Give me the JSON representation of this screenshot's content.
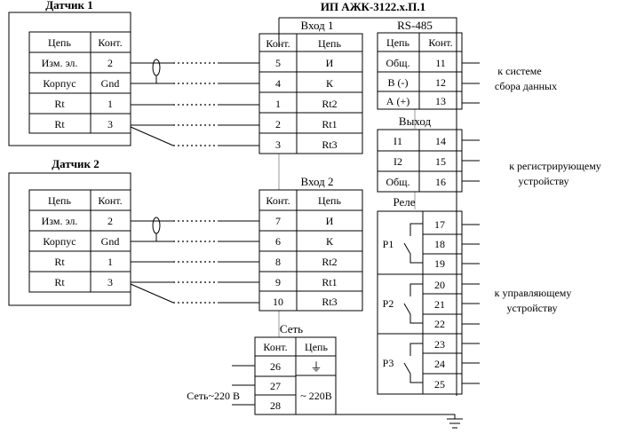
{
  "device": {
    "title": "ИП АЖК-3122.х.П.1"
  },
  "sensor1": {
    "title": "Датчик 1",
    "headers": [
      "Цепь",
      "Конт."
    ],
    "rows": [
      [
        "Изм. эл.",
        "2"
      ],
      [
        "Корпус",
        "Gnd"
      ],
      [
        "Rt",
        "1"
      ],
      [
        "Rt",
        "3"
      ]
    ]
  },
  "sensor2": {
    "title": "Датчик 2",
    "headers": [
      "Цепь",
      "Конт."
    ],
    "rows": [
      [
        "Изм. эл.",
        "2"
      ],
      [
        "Корпус",
        "Gnd"
      ],
      [
        "Rt",
        "1"
      ],
      [
        "Rt",
        "3"
      ]
    ]
  },
  "input1": {
    "title": "Вход 1",
    "headers": [
      "Конт.",
      "Цепь"
    ],
    "rows": [
      [
        "5",
        "И"
      ],
      [
        "4",
        "К"
      ],
      [
        "1",
        "Rt2"
      ],
      [
        "2",
        "Rt1"
      ],
      [
        "3",
        "Rt3"
      ]
    ]
  },
  "input2": {
    "title": "Вход 2",
    "headers": [
      "Конт.",
      "Цепь"
    ],
    "rows": [
      [
        "7",
        "И"
      ],
      [
        "6",
        "К"
      ],
      [
        "8",
        "Rt2"
      ],
      [
        "9",
        "Rt1"
      ],
      [
        "10",
        "Rt3"
      ]
    ]
  },
  "rs485": {
    "title": "RS-485",
    "headers": [
      "Цепь",
      "Конт."
    ],
    "rows": [
      [
        "Общ.",
        "11"
      ],
      [
        "В (-)",
        "12"
      ],
      [
        "А (+)",
        "13"
      ]
    ],
    "note_line1": "к системе",
    "note_line2": "сбора данных"
  },
  "output": {
    "title": "Выход",
    "rows": [
      [
        "I1",
        "14"
      ],
      [
        "I2",
        "15"
      ],
      [
        "Общ.",
        "16"
      ]
    ],
    "note_line1": "к регистрирующему",
    "note_line2": "устройству"
  },
  "relay": {
    "title": "Реле",
    "groups": [
      {
        "label": "Р1",
        "contacts": [
          "17",
          "18",
          "19"
        ]
      },
      {
        "label": "Р2",
        "contacts": [
          "20",
          "21",
          "22"
        ]
      },
      {
        "label": "Р3",
        "contacts": [
          "23",
          "24",
          "25"
        ]
      }
    ],
    "note_line1": "к управляющему",
    "note_line2": "устройству"
  },
  "power": {
    "title": "Сеть",
    "headers": [
      "Конт.",
      "Цепь"
    ],
    "contacts": [
      "26",
      "27",
      "28"
    ],
    "ground_symbol": "⏚",
    "voltage": "~ 220В",
    "supply_label": "Сеть~220 В"
  }
}
